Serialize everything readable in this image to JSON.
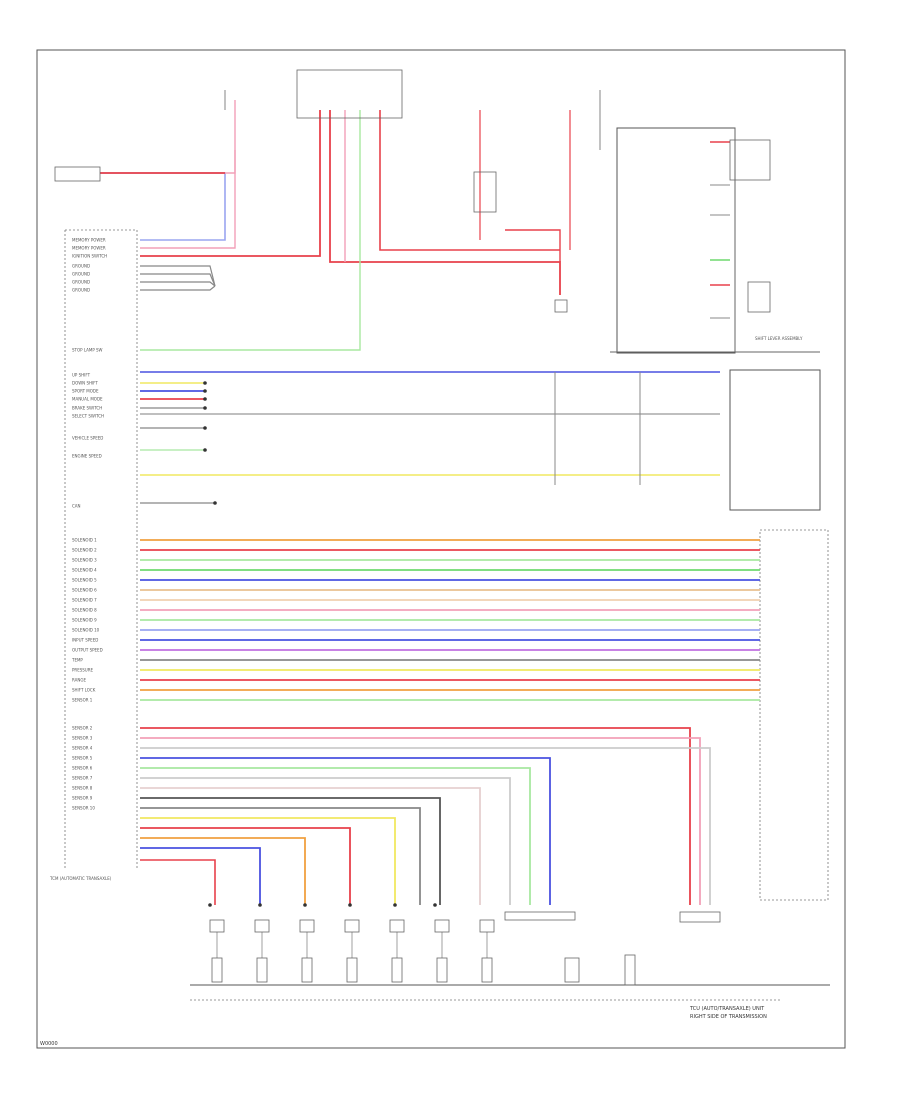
{
  "diagram": {
    "footer_code": "W0000",
    "caption_line1": "TCU (AUTO/TRANSAXLE)  UNIT",
    "caption_line2": "RIGHT SIDE OF TRANSMISSION",
    "left_labels": [
      "MEMORY POWER",
      "MEMORY POWER",
      "IGNITION SWITCH",
      "GROUND",
      "GROUND",
      "GROUND",
      "GROUND",
      "STOP LAMP SW",
      "UP SHIFT",
      "DOWN SHIFT",
      "SPORT MODE",
      "MANUAL MODE",
      "BRAKE SWITCH",
      "SELECT SWITCH",
      "VEHICLE SPEED",
      "ENGINE SPEED",
      "CAN",
      "SOLENOID 1",
      "SOLENOID 2",
      "SOLENOID 3",
      "SOLENOID 4",
      "SOLENOID 5",
      "SOLENOID 6",
      "SOLENOID 7",
      "SOLENOID 8",
      "SOLENOID 9",
      "SOLENOID 10",
      "INPUT SPEED",
      "OUTPUT SPEED",
      "TEMP",
      "PRESSURE",
      "RANGE",
      "SHIFT LOCK",
      "SENSOR 1",
      "SENSOR 2",
      "SENSOR 3",
      "SENSOR 4",
      "SENSOR 5",
      "SENSOR 6",
      "SENSOR 7",
      "SENSOR 8",
      "SENSOR 9",
      "SENSOR 10"
    ],
    "module_note": "TCM (AUTOMATIC TRANSAXLE)",
    "right_note": "SHIFT LEVER ASSEMBLY",
    "colors": {
      "red": "#e8414b",
      "pink": "#f2a0b8",
      "blue": "#4a52e0",
      "lightblue": "#9aa5f0",
      "green": "#6fd96f",
      "lightgreen": "#a8e8a0",
      "yellow": "#f0e860",
      "orange": "#f0a040",
      "gray": "#888888",
      "darkgray": "#555555",
      "tan": "#e8c090",
      "violet": "#c070e0"
    }
  }
}
